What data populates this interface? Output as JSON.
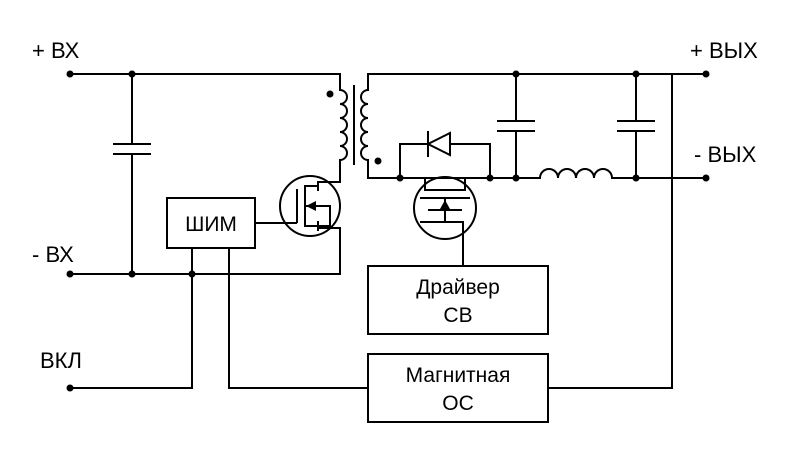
{
  "terminals": {
    "input_positive": "+ ВХ",
    "input_negative": "- ВХ",
    "enable": "ВКЛ",
    "output_positive": "+ ВЫХ",
    "output_negative": "- ВЫХ"
  },
  "blocks": {
    "pwm": {
      "label": "ШИМ"
    },
    "sync_driver": {
      "line1": "Драйвер",
      "line2": "СВ"
    },
    "magnetic_feedback": {
      "line1": "Магнитная",
      "line2": "ОС"
    }
  }
}
